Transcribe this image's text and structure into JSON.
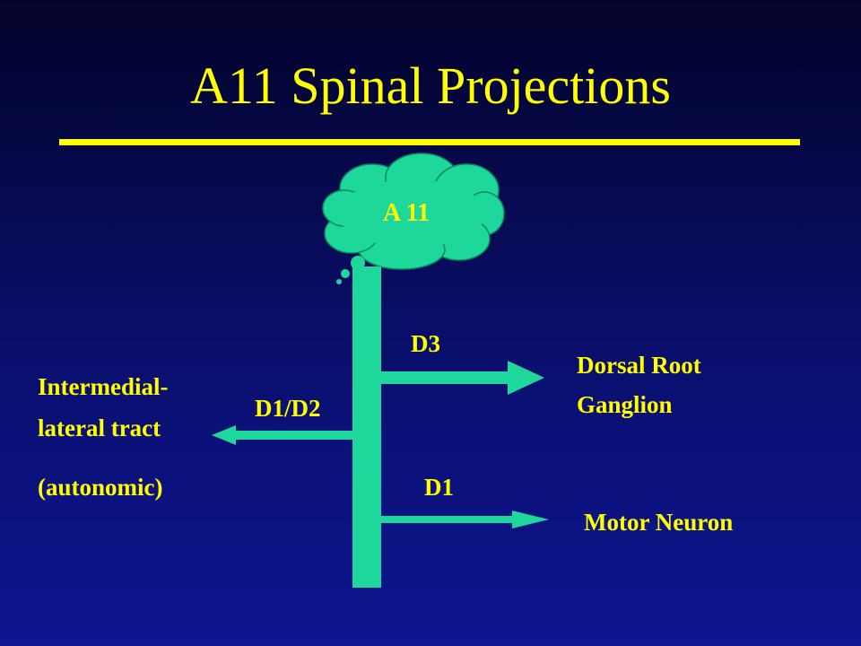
{
  "title": "A11 Spinal Projections",
  "colors": {
    "background": "#0a0f6e",
    "text": "#ffff00",
    "shape": "#1ed79a"
  },
  "diagram": {
    "source_label": "A 11",
    "branches": [
      {
        "receptor": "D3",
        "target_line1": "Dorsal Root",
        "target_line2": "Ganglion"
      },
      {
        "receptor": "D1/D2",
        "target_line1": "Intermedial-",
        "target_line2": "lateral tract",
        "target_line3": "(autonomic)"
      },
      {
        "receptor": "D1",
        "target_line1": "Motor Neuron"
      }
    ]
  }
}
